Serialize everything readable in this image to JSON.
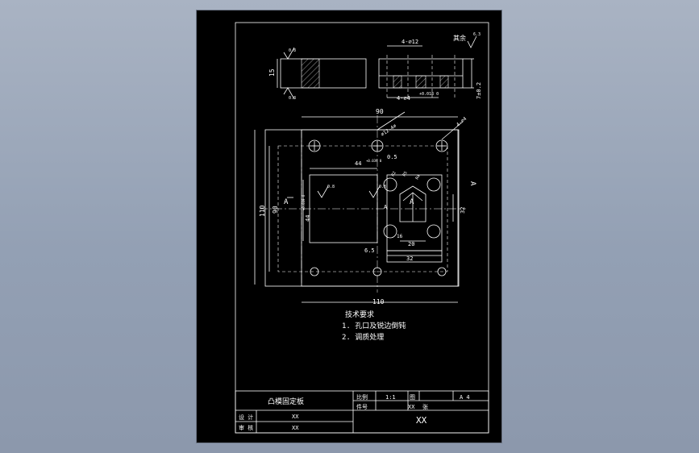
{
  "drawing": {
    "side_view": {
      "height_dim": "15",
      "holes_callout": "4-⌀12",
      "pin_callout": "4-⌀4",
      "pin_tol": "+0.018 0",
      "thickness_dim": "7±0.2",
      "rough_top": "0.8",
      "rough_bottom": "0.8"
    },
    "general_roughness": {
      "label": "其余",
      "value": "6.3"
    },
    "plan_view": {
      "width_top": "90",
      "width_bottom": "110",
      "height_outer": "110",
      "height_inner": "90",
      "hole_callout_a": "⌀12-4⌀",
      "hole_callout_b": "4-⌀4",
      "dim_05": "0.5",
      "dim_44_top": "44",
      "dim_44_top_tol": "+0.039 0",
      "dim_44_left": "44",
      "dim_44_left_tol": "+0.039 0",
      "dim_65": "6.5",
      "dim_20": "20",
      "dim_32": "32",
      "dim_side_32": "32",
      "dim_16": "16",
      "dim_r2": "R2",
      "dim_r5": "R5",
      "dim_r4": "R4",
      "rough_1": "0.8",
      "rough_2": "0.8",
      "section_a_left": "A",
      "section_a_right": "A",
      "section_a_mid": "A",
      "section_a_center": "A"
    },
    "notes": {
      "title": "技术要求",
      "items": [
        "1. 孔口及锐边倒钝",
        "2. 调质处理"
      ]
    },
    "title_block": {
      "part_name": "凸模固定板",
      "scale_label": "比例",
      "scale_value": "1:1",
      "drawing_label": "图",
      "size": "A 4",
      "part_no_label": "件号",
      "part_no_value": "XX",
      "count_label": "张",
      "design_label": "设 计",
      "design_value": "XX",
      "check_label": "审 核",
      "check_value": "XX",
      "company": "XX"
    }
  },
  "colors": {
    "background": "#000000",
    "line": "#ffffff",
    "desktop": "#98a4b8"
  }
}
